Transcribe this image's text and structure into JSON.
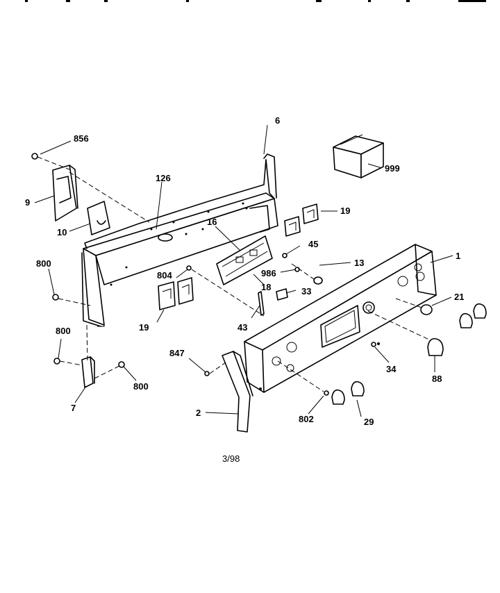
{
  "diagram": {
    "footer_date": "3/98",
    "callouts": {
      "c1": "1",
      "c2": "2",
      "c6": "6",
      "c7": "7",
      "c9": "9",
      "c10": "10",
      "c13": "13",
      "c16": "16",
      "c18": "18",
      "c19a": "19",
      "c19b": "19",
      "c21": "21",
      "c29": "29",
      "c33": "33",
      "c34": "34",
      "c43": "43",
      "c45": "45",
      "c88": "88",
      "c126": "126",
      "c800a": "800",
      "c800b": "800",
      "c800c": "800",
      "c802": "802",
      "c804": "804",
      "c847": "847",
      "c856": "856",
      "c986": "986",
      "c999": "999"
    }
  }
}
